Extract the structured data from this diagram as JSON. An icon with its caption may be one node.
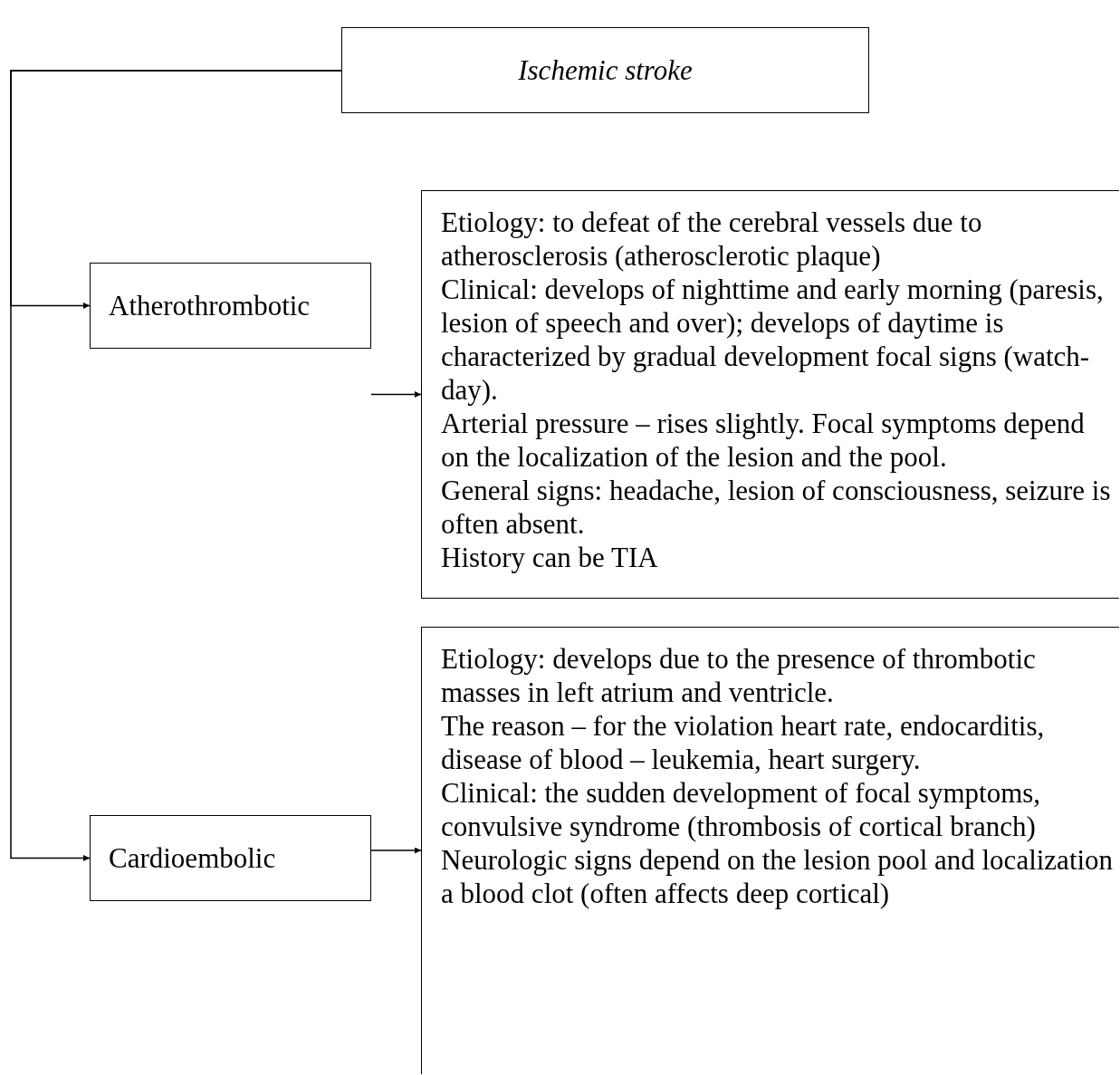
{
  "diagram": {
    "nodes": [
      {
        "text": [
          "Ischemic stroke"
        ]
      },
      {
        "text": [
          "Atherothrombotic"
        ]
      },
      {
        "text": [
          "Cardioembolic"
        ]
      },
      {
        "text": [
          "Etiology: to defeat of the cerebral vessels due to atherosclerosis (atherosclerotic plaque)",
          "Clinical: develops of nighttime and early morning (paresis, lesion of speech and over); develops of daytime is characterized by gradual development focal signs (watch-day).",
          "Arterial pressure – rises slightly. Focal symptoms depend on the localization of the lesion and the pool.",
          "General signs: headache, lesion of consciousness, seizure is often absent.",
          "History can be TIA"
        ]
      },
      {
        "text": [
          "Etiology: develops due to the presence of thrombotic masses in left atrium and ventricle.",
          "The reason – for the violation heart rate, endocarditis, disease of blood – leukemia, heart surgery.",
          "Clinical: the sudden development of focal symptoms, convulsive syndrome (thrombosis of cortical branch)",
          "Neurologic signs depend on the lesion pool and localization a blood clot (often affects deep cortical)"
        ]
      }
    ],
    "edges": [
      {
        "from": 0,
        "to": 1,
        "arrow": "to"
      },
      {
        "from": 0,
        "to": 2,
        "arrow": "to"
      },
      {
        "from": 1,
        "to": 3,
        "arrow": "to"
      },
      {
        "from": 2,
        "to": 4,
        "arrow": "to"
      }
    ]
  }
}
